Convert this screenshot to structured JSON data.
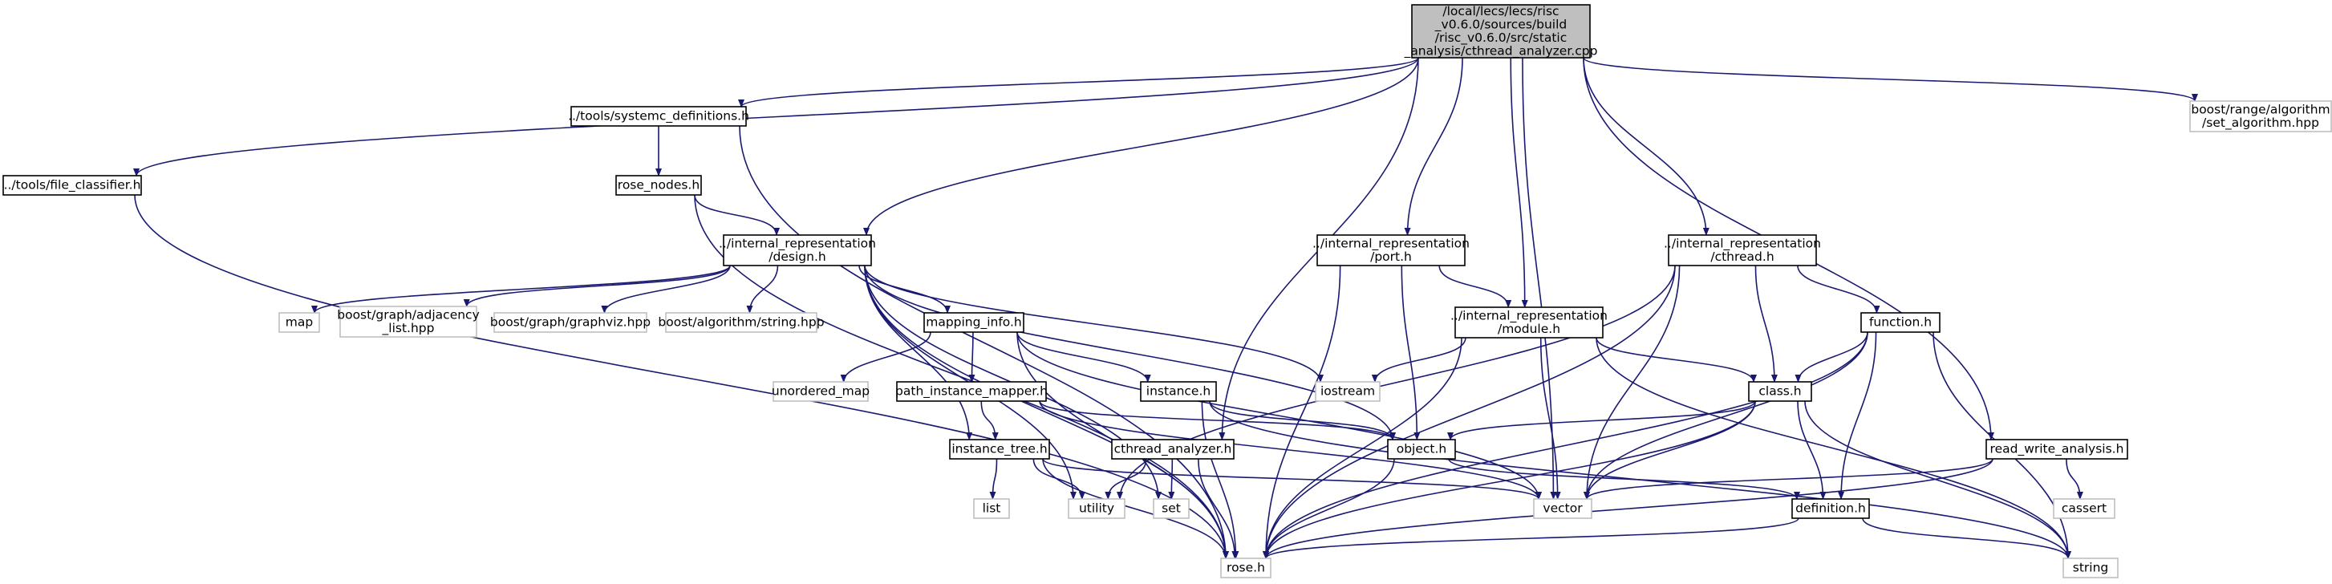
{
  "graph": {
    "edge_color": "#191970",
    "root_fill": "#bfbfbf",
    "local_border": "#000000",
    "system_border": "#bfbfbf",
    "nodes": [
      {
        "id": "root",
        "kind": "root",
        "lines": [
          "/local/lecs/lecs/risc",
          "_v0.6.0/sources/build",
          "/risc_v0.6.0/src/static",
          "_analysis/cthread_analyzer.cpp"
        ]
      },
      {
        "id": "systemc_definitions",
        "kind": "local",
        "lines": [
          "../tools/systemc_definitions.h"
        ]
      },
      {
        "id": "file_classifier",
        "kind": "local",
        "lines": [
          "../tools/file_classifier.h"
        ]
      },
      {
        "id": "set_algorithm",
        "kind": "system",
        "lines": [
          "boost/range/algorithm",
          "/set_algorithm.hpp"
        ]
      },
      {
        "id": "rose_nodes",
        "kind": "local",
        "lines": [
          "rose_nodes.h"
        ]
      },
      {
        "id": "design",
        "kind": "local",
        "lines": [
          "../internal_representation",
          "/design.h"
        ]
      },
      {
        "id": "port",
        "kind": "local",
        "lines": [
          "../internal_representation",
          "/port.h"
        ]
      },
      {
        "id": "cthread",
        "kind": "local",
        "lines": [
          "../internal_representation",
          "/cthread.h"
        ]
      },
      {
        "id": "map",
        "kind": "system",
        "lines": [
          "map"
        ]
      },
      {
        "id": "adjacency_list",
        "kind": "system",
        "lines": [
          "boost/graph/adjacency",
          "_list.hpp"
        ]
      },
      {
        "id": "graphviz",
        "kind": "system",
        "lines": [
          "boost/graph/graphviz.hpp"
        ]
      },
      {
        "id": "algo_string",
        "kind": "system",
        "lines": [
          "boost/algorithm/string.hpp"
        ]
      },
      {
        "id": "mapping_info",
        "kind": "local",
        "lines": [
          "mapping_info.h"
        ]
      },
      {
        "id": "module",
        "kind": "local",
        "lines": [
          "../internal_representation",
          "/module.h"
        ]
      },
      {
        "id": "function",
        "kind": "local",
        "lines": [
          "function.h"
        ]
      },
      {
        "id": "unordered_map",
        "kind": "system",
        "lines": [
          "unordered_map"
        ]
      },
      {
        "id": "path_instance_mapper",
        "kind": "local",
        "lines": [
          "path_instance_mapper.h"
        ]
      },
      {
        "id": "instance",
        "kind": "local",
        "lines": [
          "instance.h"
        ]
      },
      {
        "id": "iostream",
        "kind": "system",
        "lines": [
          "iostream"
        ]
      },
      {
        "id": "class",
        "kind": "local",
        "lines": [
          "class.h"
        ]
      },
      {
        "id": "read_write_analysis",
        "kind": "local",
        "lines": [
          "read_write_analysis.h"
        ]
      },
      {
        "id": "instance_tree",
        "kind": "local",
        "lines": [
          "instance_tree.h"
        ]
      },
      {
        "id": "cthread_analyzer",
        "kind": "local",
        "lines": [
          "cthread_analyzer.h"
        ]
      },
      {
        "id": "object",
        "kind": "local",
        "lines": [
          "object.h"
        ]
      },
      {
        "id": "list",
        "kind": "system",
        "lines": [
          "list"
        ]
      },
      {
        "id": "utility",
        "kind": "system",
        "lines": [
          "utility"
        ]
      },
      {
        "id": "set",
        "kind": "system",
        "lines": [
          "set"
        ]
      },
      {
        "id": "vector",
        "kind": "system",
        "lines": [
          "vector"
        ]
      },
      {
        "id": "definition",
        "kind": "local",
        "lines": [
          "definition.h"
        ]
      },
      {
        "id": "cassert",
        "kind": "system",
        "lines": [
          "cassert"
        ]
      },
      {
        "id": "rose",
        "kind": "system",
        "lines": [
          "rose.h"
        ]
      },
      {
        "id": "string",
        "kind": "system",
        "lines": [
          "string"
        ]
      }
    ],
    "edges": [
      [
        "root",
        "systemc_definitions"
      ],
      [
        "root",
        "file_classifier"
      ],
      [
        "root",
        "set_algorithm"
      ],
      [
        "root",
        "design"
      ],
      [
        "root",
        "port"
      ],
      [
        "root",
        "cthread"
      ],
      [
        "root",
        "module"
      ],
      [
        "root",
        "cthread_analyzer"
      ],
      [
        "root",
        "vector"
      ],
      [
        "root",
        "read_write_analysis"
      ],
      [
        "systemc_definitions",
        "rose_nodes"
      ],
      [
        "systemc_definitions",
        "rose"
      ],
      [
        "file_classifier",
        "rose"
      ],
      [
        "rose_nodes",
        "design"
      ],
      [
        "rose_nodes",
        "rose"
      ],
      [
        "design",
        "map"
      ],
      [
        "design",
        "adjacency_list"
      ],
      [
        "design",
        "graphviz"
      ],
      [
        "design",
        "algo_string"
      ],
      [
        "design",
        "mapping_info"
      ],
      [
        "design",
        "iostream"
      ],
      [
        "design",
        "object"
      ],
      [
        "design",
        "instance_tree"
      ],
      [
        "design",
        "utility"
      ],
      [
        "design",
        "set"
      ],
      [
        "design",
        "rose"
      ],
      [
        "port",
        "module"
      ],
      [
        "port",
        "object"
      ],
      [
        "port",
        "rose"
      ],
      [
        "cthread",
        "function"
      ],
      [
        "cthread",
        "class"
      ],
      [
        "cthread",
        "vector"
      ],
      [
        "cthread",
        "utility"
      ],
      [
        "cthread",
        "rose"
      ],
      [
        "mapping_info",
        "unordered_map"
      ],
      [
        "mapping_info",
        "path_instance_mapper"
      ],
      [
        "mapping_info",
        "instance"
      ],
      [
        "mapping_info",
        "vector"
      ],
      [
        "mapping_info",
        "rose"
      ],
      [
        "module",
        "iostream"
      ],
      [
        "module",
        "class"
      ],
      [
        "module",
        "vector"
      ],
      [
        "module",
        "string"
      ],
      [
        "module",
        "rose"
      ],
      [
        "function",
        "class"
      ],
      [
        "function",
        "vector"
      ],
      [
        "function",
        "definition"
      ],
      [
        "function",
        "string"
      ],
      [
        "function",
        "rose"
      ],
      [
        "path_instance_mapper",
        "instance_tree"
      ],
      [
        "path_instance_mapper",
        "object"
      ],
      [
        "path_instance_mapper",
        "vector"
      ],
      [
        "instance",
        "object"
      ],
      [
        "instance",
        "string"
      ],
      [
        "instance",
        "rose"
      ],
      [
        "class",
        "object"
      ],
      [
        "class",
        "vector"
      ],
      [
        "class",
        "definition"
      ],
      [
        "class",
        "string"
      ],
      [
        "class",
        "rose"
      ],
      [
        "read_write_analysis",
        "vector"
      ],
      [
        "read_write_analysis",
        "cassert"
      ],
      [
        "read_write_analysis",
        "rose"
      ],
      [
        "instance_tree",
        "list"
      ],
      [
        "instance_tree",
        "utility"
      ],
      [
        "instance_tree",
        "vector"
      ],
      [
        "instance_tree",
        "rose"
      ],
      [
        "cthread_analyzer",
        "utility"
      ],
      [
        "cthread_analyzer",
        "set"
      ],
      [
        "cthread_analyzer",
        "rose"
      ],
      [
        "object",
        "definition"
      ],
      [
        "object",
        "rose"
      ],
      [
        "definition",
        "string"
      ],
      [
        "definition",
        "rose"
      ]
    ]
  }
}
